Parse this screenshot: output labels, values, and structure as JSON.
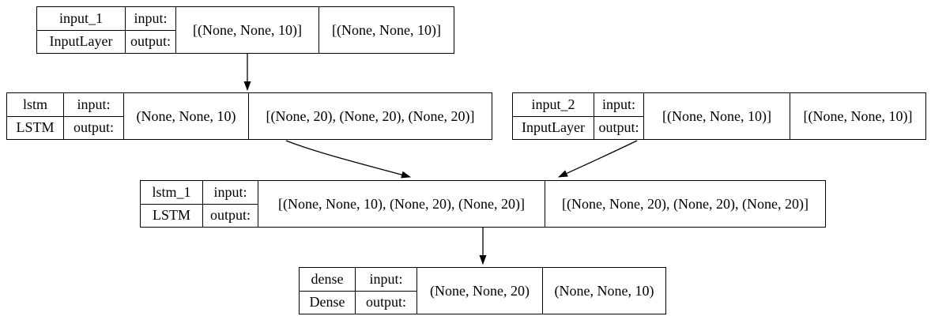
{
  "diagram": {
    "kind": "keras-model-graph",
    "colors": {
      "background": "#ffffff",
      "line": "#000000",
      "text": "#000000"
    },
    "nodes": [
      {
        "id": "input_1",
        "layer_name": "input_1",
        "layer_type": "InputLayer",
        "input_label": "input:",
        "output_label": "output:",
        "input_shape": "[(None, None, 10)]",
        "output_shape": "[(None, None, 10)]"
      },
      {
        "id": "lstm",
        "layer_name": "lstm",
        "layer_type": "LSTM",
        "input_label": "input:",
        "output_label": "output:",
        "input_shape": "(None, None, 10)",
        "output_shape": "[(None, 20), (None, 20), (None, 20)]"
      },
      {
        "id": "input_2",
        "layer_name": "input_2",
        "layer_type": "InputLayer",
        "input_label": "input:",
        "output_label": "output:",
        "input_shape": "[(None, None, 10)]",
        "output_shape": "[(None, None, 10)]"
      },
      {
        "id": "lstm_1",
        "layer_name": "lstm_1",
        "layer_type": "LSTM",
        "input_label": "input:",
        "output_label": "output:",
        "input_shape": "[(None, None, 10), (None, 20), (None, 20)]",
        "output_shape": "[(None, None, 20), (None, 20), (None, 20)]"
      },
      {
        "id": "dense",
        "layer_name": "dense",
        "layer_type": "Dense",
        "input_label": "input:",
        "output_label": "output:",
        "input_shape": "(None, None, 20)",
        "output_shape": "(None, None, 10)"
      }
    ],
    "edges": [
      {
        "from": "input_1",
        "to": "lstm"
      },
      {
        "from": "lstm",
        "to": "lstm_1"
      },
      {
        "from": "input_2",
        "to": "lstm_1"
      },
      {
        "from": "lstm_1",
        "to": "dense"
      }
    ]
  }
}
